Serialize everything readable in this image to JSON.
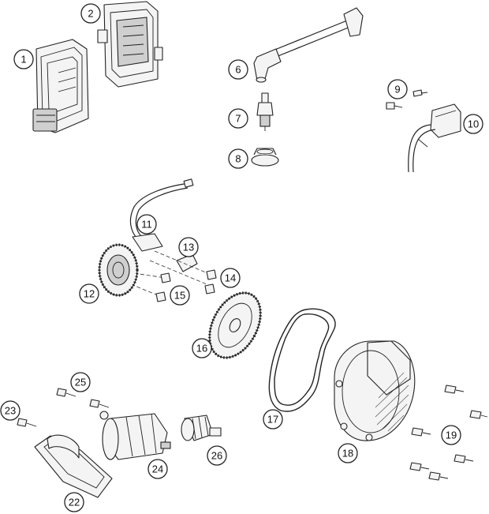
{
  "diagram": {
    "callouts": [
      {
        "id": "c1",
        "label": "1"
      },
      {
        "id": "c2",
        "label": "2"
      },
      {
        "id": "c6",
        "label": "6"
      },
      {
        "id": "c7",
        "label": "7"
      },
      {
        "id": "c8",
        "label": "8"
      },
      {
        "id": "c9",
        "label": "9"
      },
      {
        "id": "c10",
        "label": "10"
      },
      {
        "id": "c11",
        "label": "11"
      },
      {
        "id": "c12",
        "label": "12"
      },
      {
        "id": "c13",
        "label": "13"
      },
      {
        "id": "c14",
        "label": "14"
      },
      {
        "id": "c15",
        "label": "15"
      },
      {
        "id": "c16",
        "label": "16"
      },
      {
        "id": "c17",
        "label": "17"
      },
      {
        "id": "c18",
        "label": "18"
      },
      {
        "id": "c19",
        "label": "19"
      },
      {
        "id": "c22",
        "label": "22"
      },
      {
        "id": "c23",
        "label": "23"
      },
      {
        "id": "c24",
        "label": "24"
      },
      {
        "id": "c25",
        "label": "25"
      },
      {
        "id": "c26",
        "label": "26"
      }
    ]
  }
}
